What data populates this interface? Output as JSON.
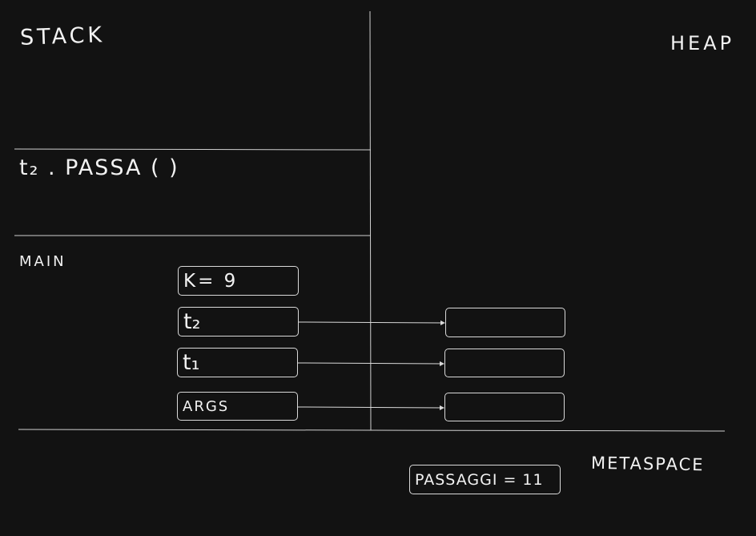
{
  "regions": {
    "stack_label": "STACK",
    "heap_label": "HEAP",
    "metaspace_label": "METASPACE"
  },
  "frames": {
    "top_frame_call": "t₂ . PASSA ( )",
    "main_frame_label": "MAIN"
  },
  "stack_boxes": [
    {
      "label": "K= 9"
    },
    {
      "label": "t₂"
    },
    {
      "label": "t₁"
    },
    {
      "label": "ARGS"
    }
  ],
  "metaspace_box": {
    "label": "PASSAGGI = 11"
  },
  "colors": {
    "background": "#121212",
    "stroke": "#d9d9d9",
    "text": "#f2f2f2"
  }
}
